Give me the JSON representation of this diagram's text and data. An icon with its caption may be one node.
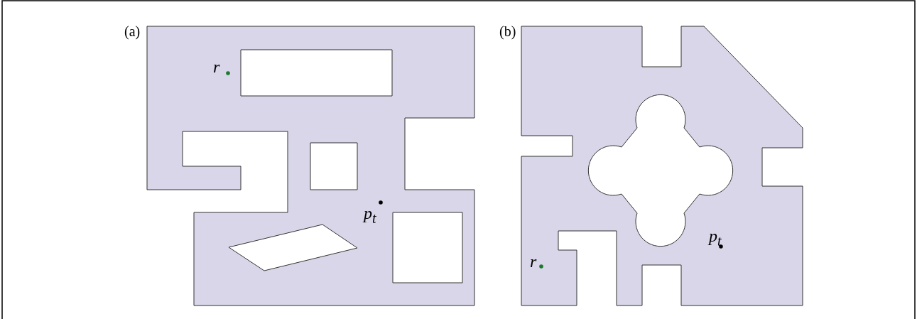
{
  "diagram": {
    "labels": [
      "(a)",
      "r",
      "p$_{t}$",
      "(b)",
      "r",
      "p$_{t}$"
    ]
  }
}
